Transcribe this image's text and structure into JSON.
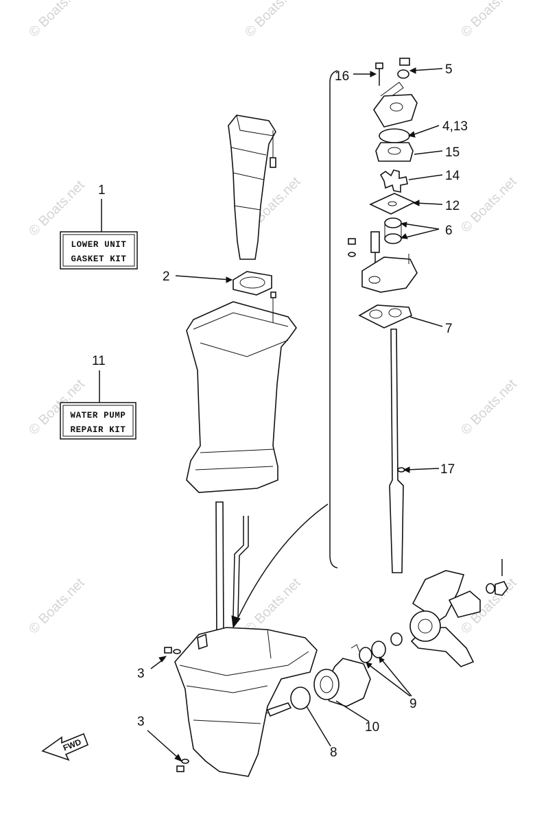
{
  "watermark": "© Boats.net",
  "kits": [
    {
      "callout": "1",
      "line1": "LOWER UNIT",
      "line2": "GASKET KIT"
    },
    {
      "callout": "11",
      "line1": "WATER PUMP",
      "line2": "REPAIR KIT"
    }
  ],
  "callouts": {
    "c16": "16",
    "c5": "5",
    "c4_13": "4,13",
    "c15": "15",
    "c14": "14",
    "c12": "12",
    "c6": "6",
    "c2": "2",
    "c7": "7",
    "c17": "17",
    "c3a": "3",
    "c3b": "3",
    "c9": "9",
    "c10": "10",
    "c8": "8"
  },
  "fwd_label": "FWD"
}
